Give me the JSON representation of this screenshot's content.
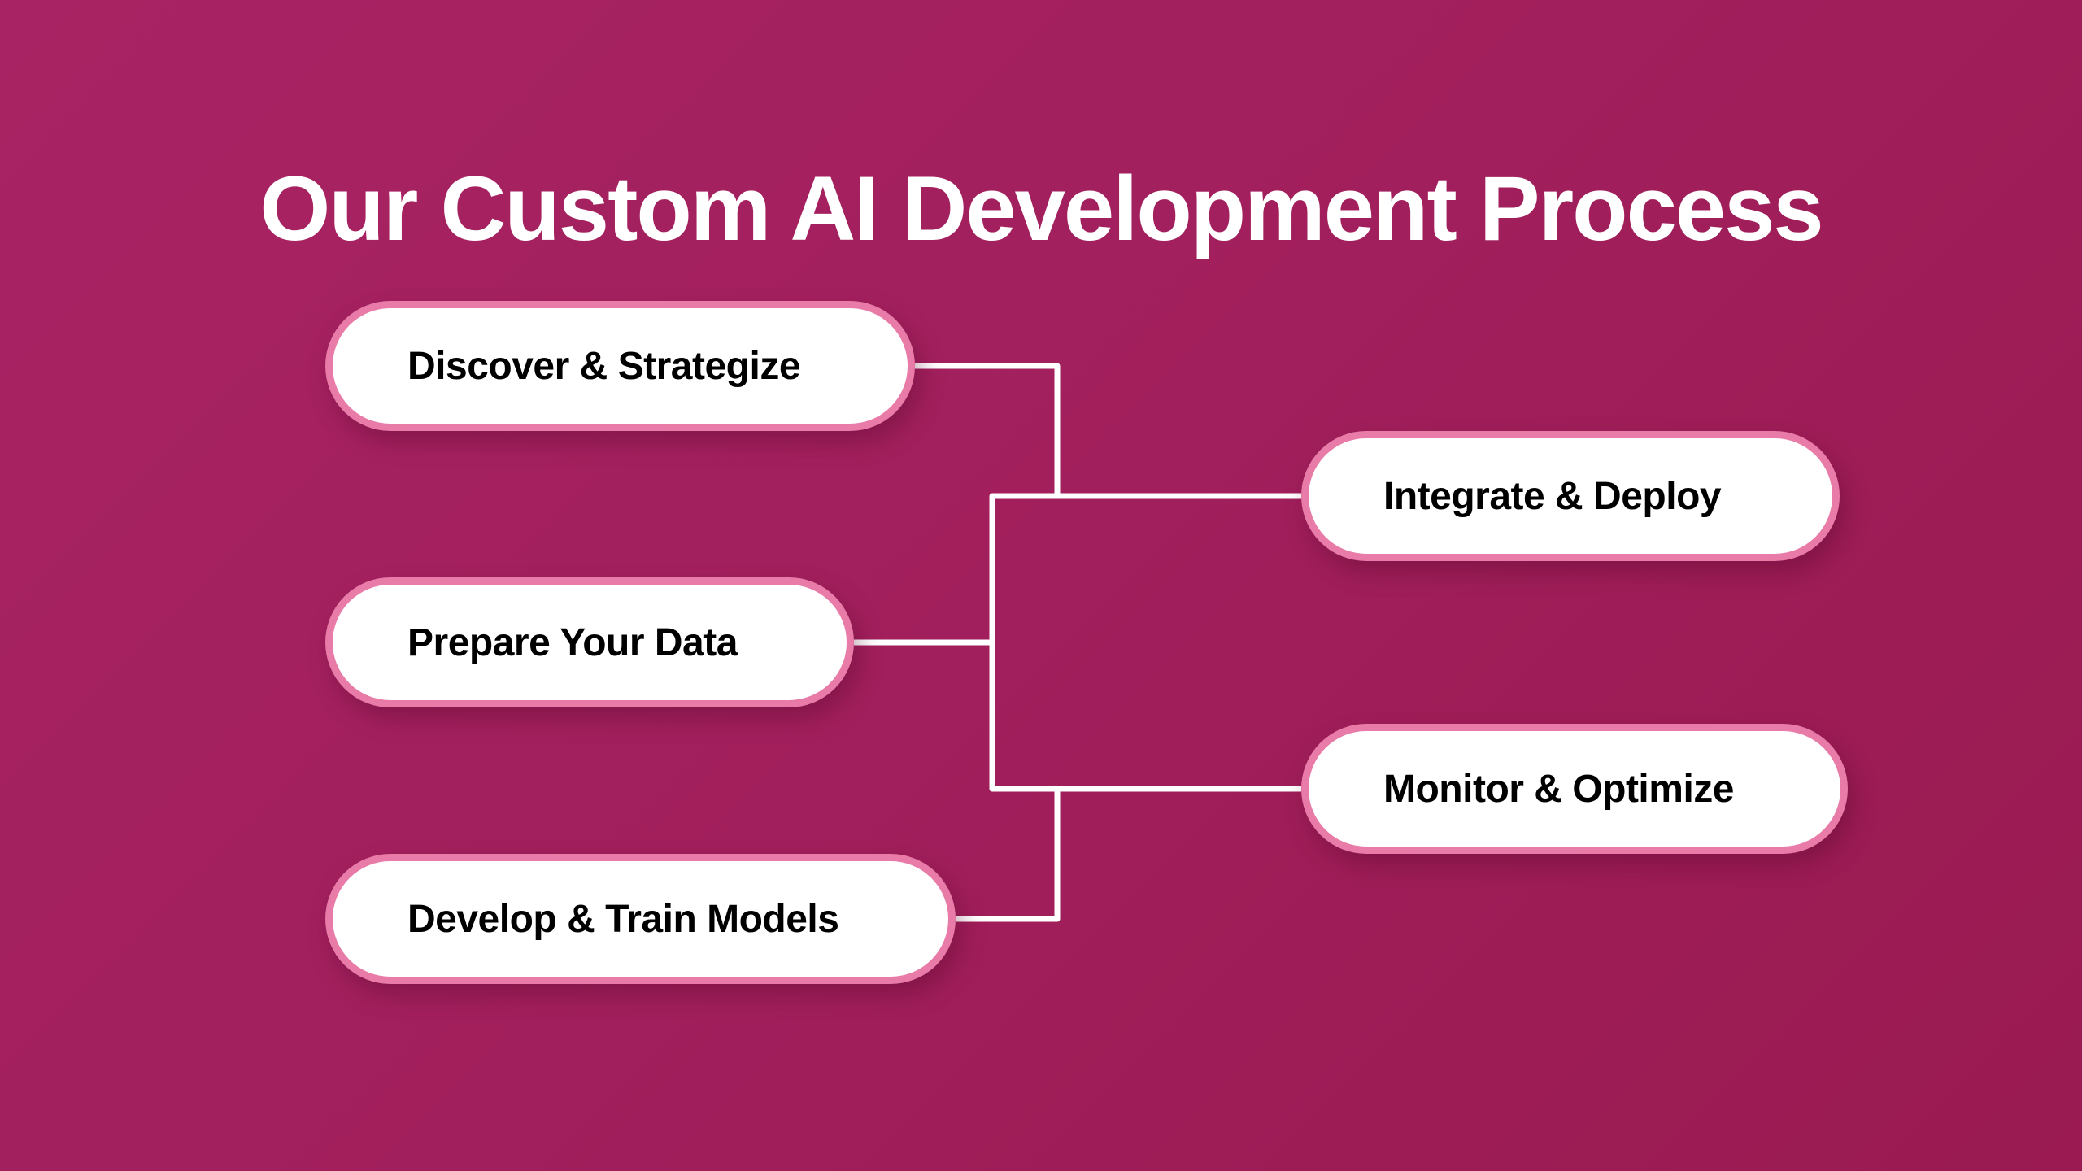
{
  "title": "Our Custom AI Development Process",
  "colors": {
    "background_start": "#A82363",
    "background_end": "#9A1A51",
    "pill_border": "#E87BA8",
    "pill_fill": "#FFFFFF",
    "connector": "#FFFFFF",
    "text": "#000000"
  },
  "steps": [
    {
      "label": "Discover & Strategize"
    },
    {
      "label": "Prepare Your Data"
    },
    {
      "label": "Develop & Train Models"
    },
    {
      "label": "Integrate & Deploy"
    },
    {
      "label": "Monitor & Optimize"
    }
  ],
  "connections": [
    {
      "from": "Discover & Strategize",
      "to": "Integrate & Deploy"
    },
    {
      "from": "Prepare Your Data",
      "to": "Integrate & Deploy"
    },
    {
      "from": "Prepare Your Data",
      "to": "Monitor & Optimize"
    },
    {
      "from": "Develop & Train Models",
      "to": "Monitor & Optimize"
    }
  ]
}
